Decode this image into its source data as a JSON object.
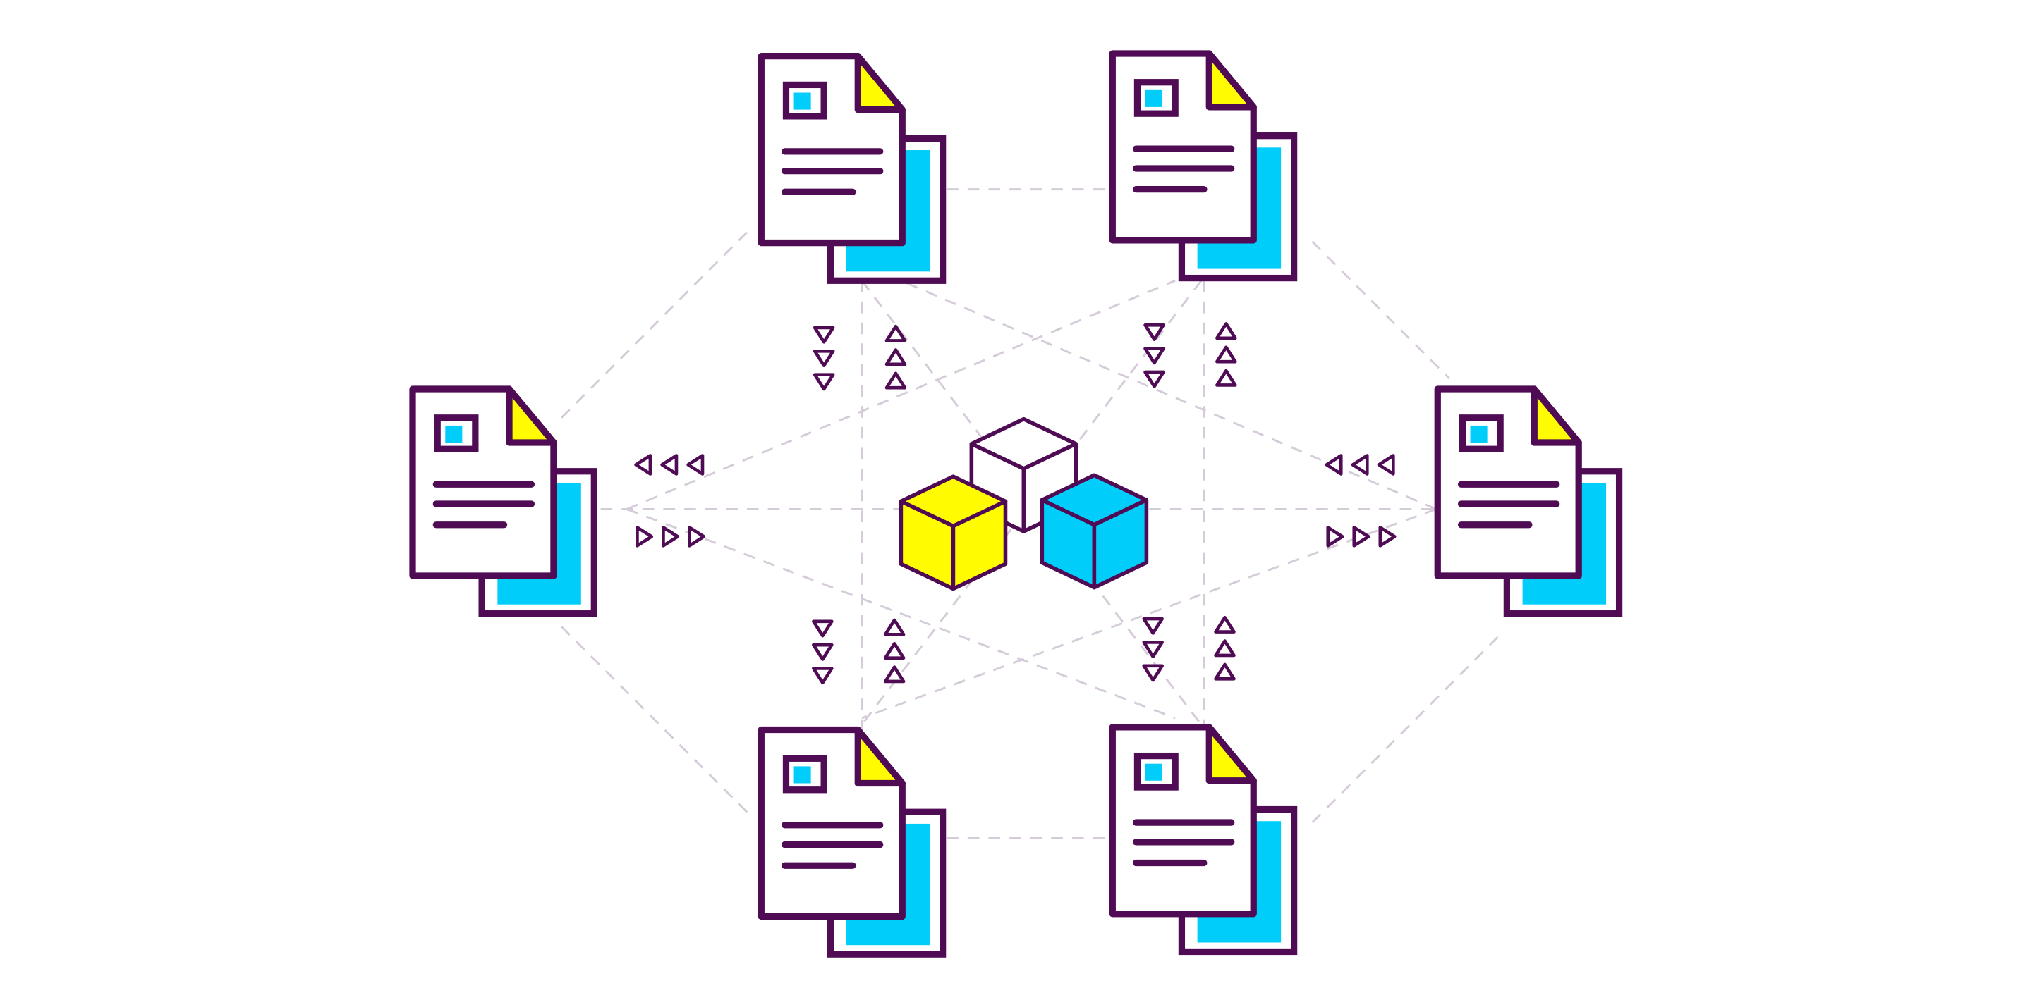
{
  "colors": {
    "outline": "#4f0b54",
    "yellow": "#fffb00",
    "cyan": "#00cdfa",
    "paper": "#ffffff",
    "dashed": "#d6ccd9"
  },
  "nodes": [
    {
      "id": "top-left",
      "icon": "document-copy-icon"
    },
    {
      "id": "top-right",
      "icon": "document-copy-icon"
    },
    {
      "id": "left",
      "icon": "document-copy-icon"
    },
    {
      "id": "right",
      "icon": "document-copy-icon"
    },
    {
      "id": "bottom-left",
      "icon": "document-copy-icon"
    },
    {
      "id": "bottom-right",
      "icon": "document-copy-icon"
    }
  ],
  "center": {
    "icon": "three-cubes-icon",
    "cube_colors": [
      "white",
      "yellow",
      "cyan"
    ]
  },
  "arrow_groups": [
    {
      "id": "top-left-down",
      "direction": "down"
    },
    {
      "id": "top-left-up",
      "direction": "up"
    },
    {
      "id": "top-right-down",
      "direction": "down"
    },
    {
      "id": "top-right-up",
      "direction": "up"
    },
    {
      "id": "left-in",
      "direction": "left"
    },
    {
      "id": "left-out",
      "direction": "right"
    },
    {
      "id": "right-in",
      "direction": "left"
    },
    {
      "id": "right-out",
      "direction": "right"
    },
    {
      "id": "bottom-left-down",
      "direction": "down"
    },
    {
      "id": "bottom-left-up",
      "direction": "up"
    },
    {
      "id": "bottom-right-down",
      "direction": "down"
    },
    {
      "id": "bottom-right-up",
      "direction": "up"
    }
  ]
}
